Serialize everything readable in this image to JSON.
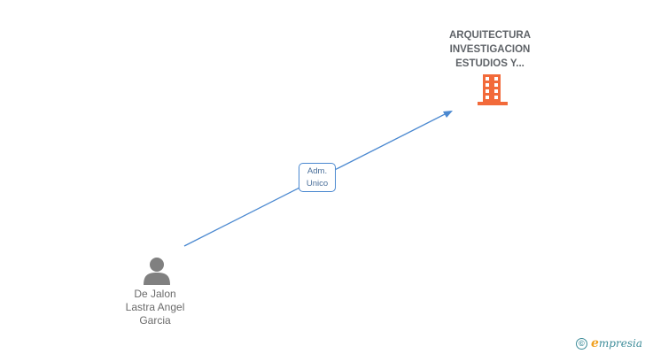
{
  "company": {
    "name_lines": [
      "ARQUITECTURA",
      "INVESTIGACION",
      "ESTUDIOS Y..."
    ],
    "icon": "building-icon",
    "color": "#f26a3a"
  },
  "person": {
    "name_lines": [
      "De Jalon",
      "Lastra Angel",
      "Garcia"
    ],
    "icon": "person-icon",
    "color": "#808080"
  },
  "relation": {
    "label_lines": [
      "Adm.",
      "Unico"
    ],
    "color": "#4a88d0"
  },
  "watermark": {
    "symbol": "©",
    "brand_initial": "e",
    "brand_rest": "mpresia"
  }
}
